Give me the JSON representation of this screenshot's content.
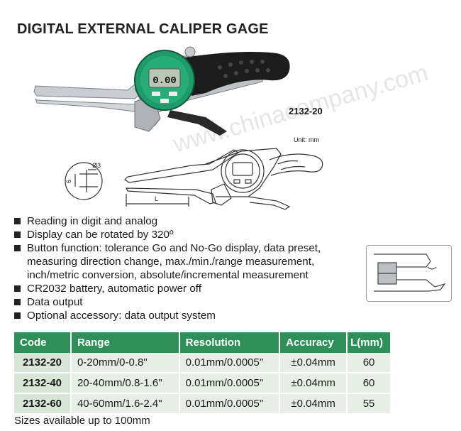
{
  "title": "DIGITAL EXTERNAL CALIPER GAGE",
  "photo": {
    "display_value": "0.00",
    "model_label": "2132-20",
    "watermark": "www.chinacompany.com"
  },
  "drawing": {
    "unit_label": "Unit: mm",
    "dim_diameter": "Ø3",
    "dim_height": "6",
    "dim_length": "L"
  },
  "features": [
    "Reading in digit and analog",
    "Display can be rotated by 320º",
    "Button function: tolerance Go and No-Go display, data preset, measuring direction change, max./min./range measurement, inch/metric conversion, absolute/incremental measurement",
    "CR2032 battery, automatic power off",
    "Data output",
    "Optional accessory: data output system"
  ],
  "table": {
    "headers": [
      "Code",
      "Range",
      "Resolution",
      "Accuracy",
      "L(mm)"
    ],
    "rows": [
      [
        "2132-20",
        "0-20mm/0-0.8\"",
        "0.01mm/0.0005\"",
        "±0.04mm",
        "60"
      ],
      [
        "2132-40",
        "20-40mm/0.8-1.6\"",
        "0.01mm/0.0005\"",
        "±0.04mm",
        "60"
      ],
      [
        "2132-60",
        "40-60mm/1.6-2.4\"",
        "0.01mm/0.0005\"",
        "±0.04mm",
        "55"
      ]
    ]
  },
  "note": "Sizes available up to 100mm",
  "colors": {
    "header_green": "#2f8f58",
    "row_bg": "#e6eee6",
    "code_bg": "#d7e6d7",
    "dial_green": "#1f9a6a"
  }
}
